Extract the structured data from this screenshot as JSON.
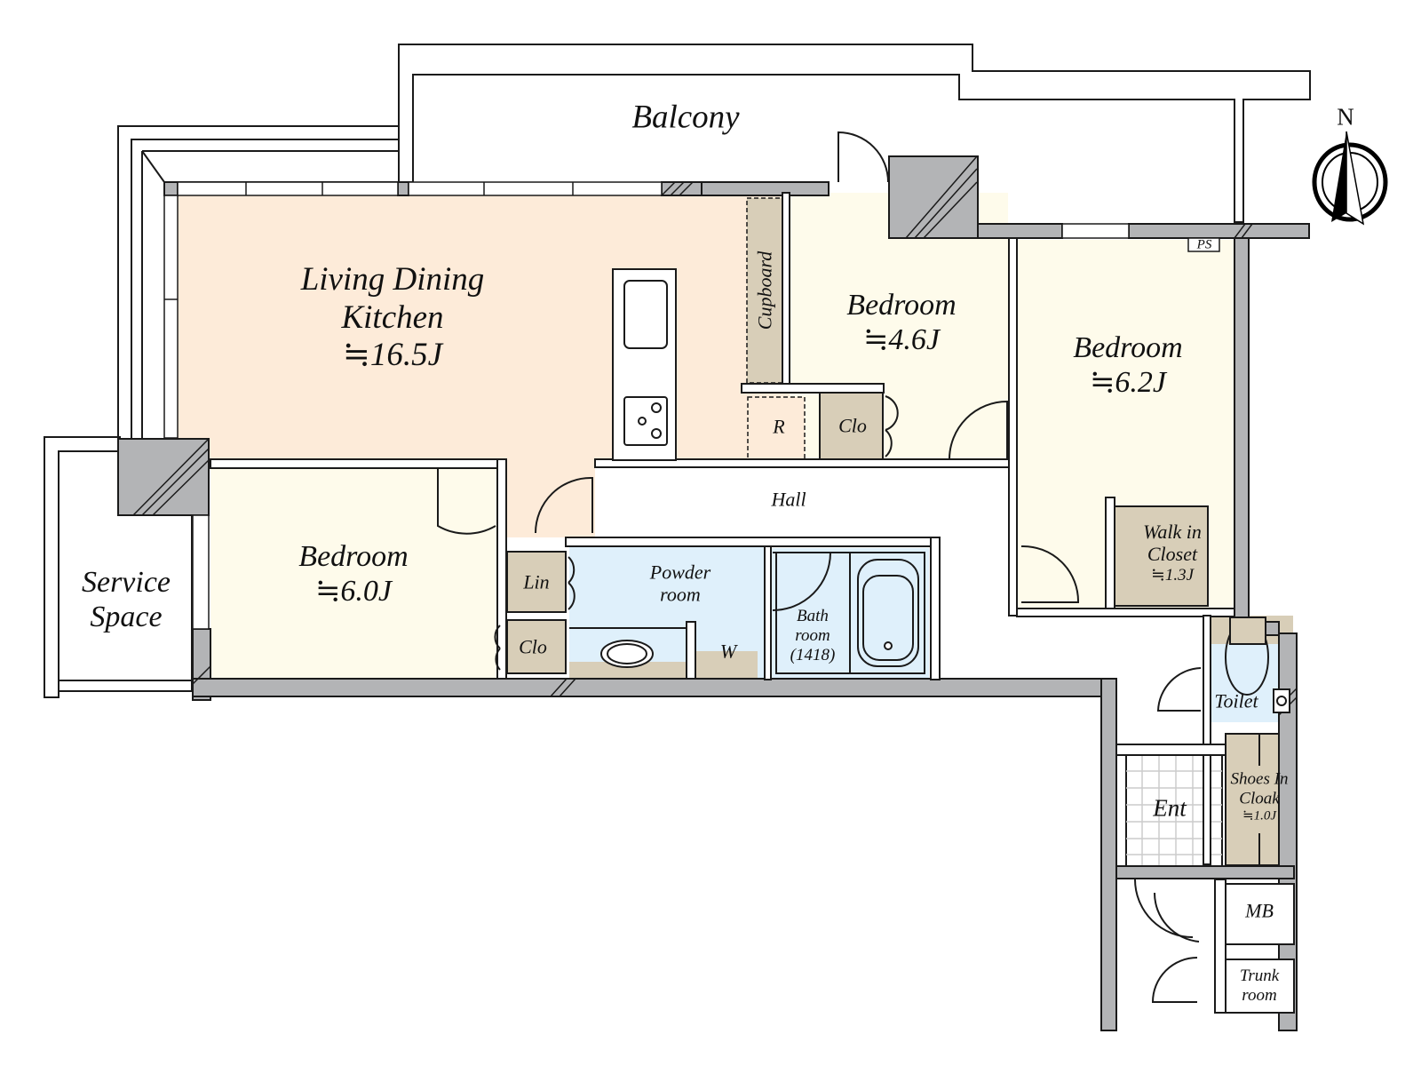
{
  "colors": {
    "wall": "#b3b4b6",
    "ldk": "#fdebd9",
    "bedroom": "#fefbeb",
    "storage": "#d8ceb8",
    "wet": "#dff0fb",
    "line": "#1a1a1a",
    "background": "#ffffff"
  },
  "compass": {
    "label": "N"
  },
  "rooms": {
    "balcony": {
      "name": "Balcony"
    },
    "ldk": {
      "name_line1": "Living Dining",
      "name_line2": "Kitchen",
      "area": "≒16.5J"
    },
    "cupboard": {
      "name": "Cupboard"
    },
    "fridge": {
      "name": "R"
    },
    "bedroom_north": {
      "name": "Bedroom",
      "area": "≒4.6J"
    },
    "closet_north": {
      "name": "Clo"
    },
    "bedroom_east": {
      "name": "Bedroom",
      "area": "≒6.2J"
    },
    "pipe_space": {
      "name": "PS"
    },
    "walk_in_closet": {
      "name_line1": "Walk in",
      "name_line2": "Closet",
      "area": "≒1.3J"
    },
    "hall": {
      "name": "Hall"
    },
    "bedroom_west": {
      "name": "Bedroom",
      "area": "≒6.0J"
    },
    "service_space": {
      "name_line1": "Service",
      "name_line2": "Space"
    },
    "linen": {
      "name": "Lin"
    },
    "closet_west": {
      "name": "Clo"
    },
    "powder_room": {
      "name_line1": "Powder",
      "name_line2": "room"
    },
    "washer": {
      "name": "W"
    },
    "bathroom": {
      "name_line1": "Bath",
      "name_line2": "room",
      "size": "(1418)"
    },
    "toilet": {
      "name": "Toilet"
    },
    "entrance": {
      "name": "Ent"
    },
    "shoes_cloak": {
      "name_line1": "Shoes In",
      "name_line2": "Cloak",
      "area": "≒1.0J"
    },
    "meter_box": {
      "name": "MB"
    },
    "trunk_room": {
      "name_line1": "Trunk",
      "name_line2": "room"
    }
  }
}
